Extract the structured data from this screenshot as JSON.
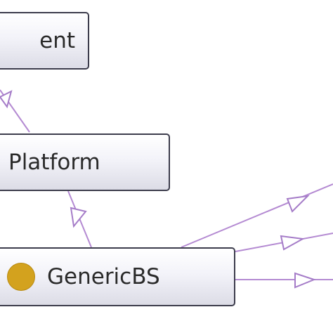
{
  "nodes": {
    "top": {
      "label": "ent"
    },
    "platform": {
      "label": "Platform"
    },
    "genericbs": {
      "label": "GenericBS",
      "individual_marker": "individual-dot-icon"
    }
  },
  "colors": {
    "edge": "#b48ad2",
    "arrowhead": "#a57cc8",
    "individual_dot": "#d3a21e",
    "node_border": "#3c3c4c"
  }
}
